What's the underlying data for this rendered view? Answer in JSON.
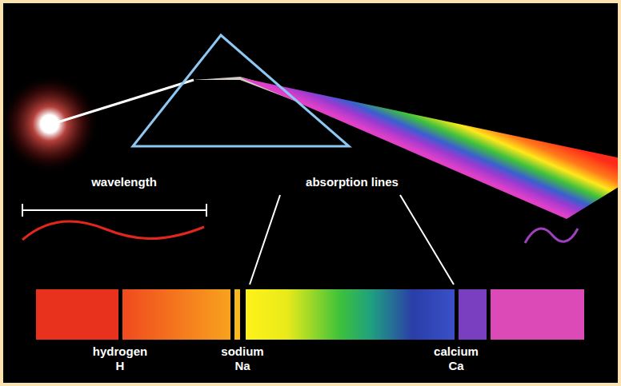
{
  "diagram": {
    "labels": [
      "wavelength",
      "absorption lines",
      "hydrogen H",
      "sodium Na",
      "calcium Ca"
    ]
  }
}
